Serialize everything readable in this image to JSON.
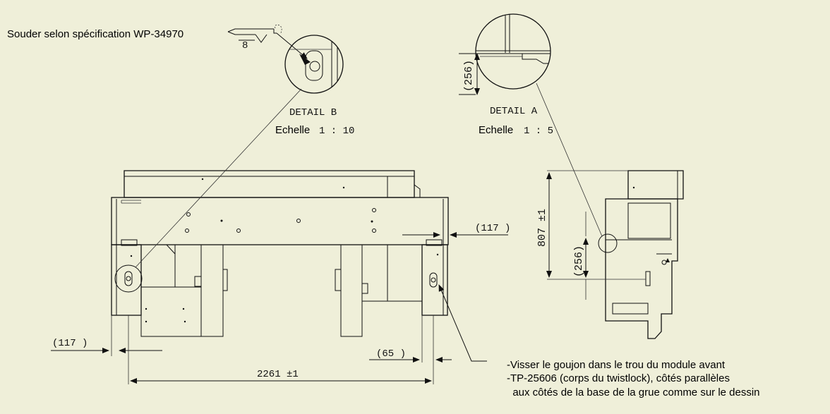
{
  "weld_note": "Souder selon spécification WP-34970",
  "weld_symbol_size": "8",
  "detail_b": {
    "name": "DETAIL B",
    "scale_word": "Echelle",
    "scale": "1 : 10"
  },
  "detail_a": {
    "name": "DETAIL A",
    "scale_word": "Echelle",
    "scale": "1 : 5"
  },
  "dimensions": {
    "detail_a_256": "(256)",
    "right_117": "(117 )",
    "left_117": "(117 )",
    "dim_65": "(65 )",
    "overall_width": "2261 ±1",
    "height_807": "807 ±1",
    "side_256": "(256)"
  },
  "notes": [
    "-Visser le goujon dans le trou du module avant",
    "-TP-25606 (corps du twistlock), côtés parallèles",
    "  aux côtés de la base de la grue comme sur le dessin"
  ],
  "colors": {
    "background": "#efefd9",
    "lines": "#111111"
  }
}
